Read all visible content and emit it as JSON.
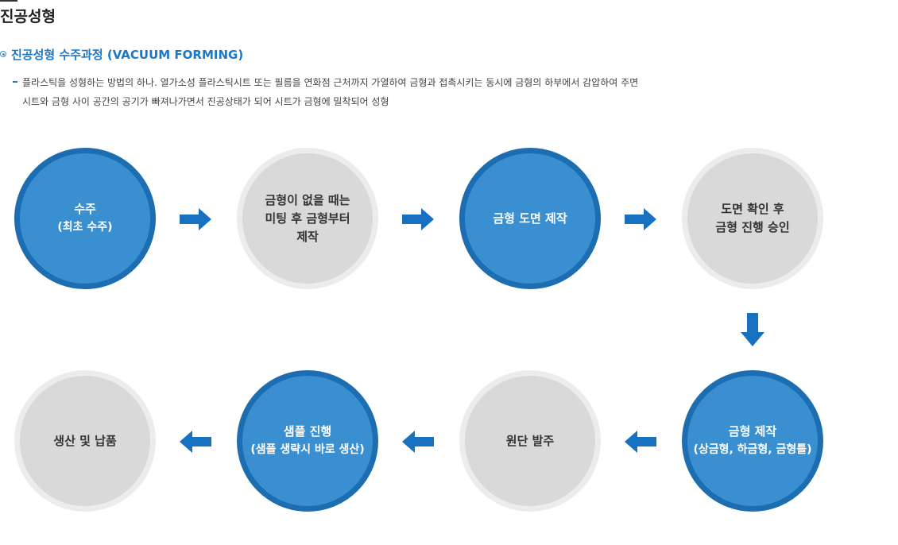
{
  "page": {
    "title": "진공성형"
  },
  "section": {
    "heading": "진공성형 수주과정 (VACUUM FORMING)",
    "desc_line1": "플라스틱을 성형하는 방법의 하나. 열가소성 플라스틱시트 또는 필름을 연화점 근처까지 가열하여 금형과 접촉시키는 동시에 금형의 하부에서 감압하여 주면",
    "desc_line2": "시트와 금형 사이 공간의 공기가 빠져나가면서 진공상태가 되어 시트가 금형에 밀착되어 성형"
  },
  "steps": [
    {
      "line1": "수주",
      "line2": "(최초 수주)",
      "line3": ""
    },
    {
      "line1": "금형이 없을 때는",
      "line2": "미팅 후 금형부터",
      "line3": "제작"
    },
    {
      "line1": "금형 도면 제작",
      "line2": "",
      "line3": ""
    },
    {
      "line1": "도면 확인 후",
      "line2": "금형 진행 승인",
      "line3": ""
    },
    {
      "line1": "금형 제작",
      "line2": "(상금형, 하금형, 금형틀)",
      "line3": ""
    },
    {
      "line1": "원단 발주",
      "line2": "",
      "line3": ""
    },
    {
      "line1": "샘플 진행",
      "line2": "(샘플 생략시 바로 생산)",
      "line3": ""
    },
    {
      "line1": "생산 및 납품",
      "line2": "",
      "line3": ""
    }
  ],
  "colors": {
    "accent": "#1b77c7",
    "blue_circle": "#3a8fd0",
    "blue_ring": "#1c6db2",
    "gray_circle": "#d9d9d9",
    "arrow": "#1870c0"
  },
  "icons": {
    "arrow_right": "arrow-right-icon",
    "arrow_left": "arrow-left-icon",
    "arrow_down": "arrow-down-icon"
  }
}
